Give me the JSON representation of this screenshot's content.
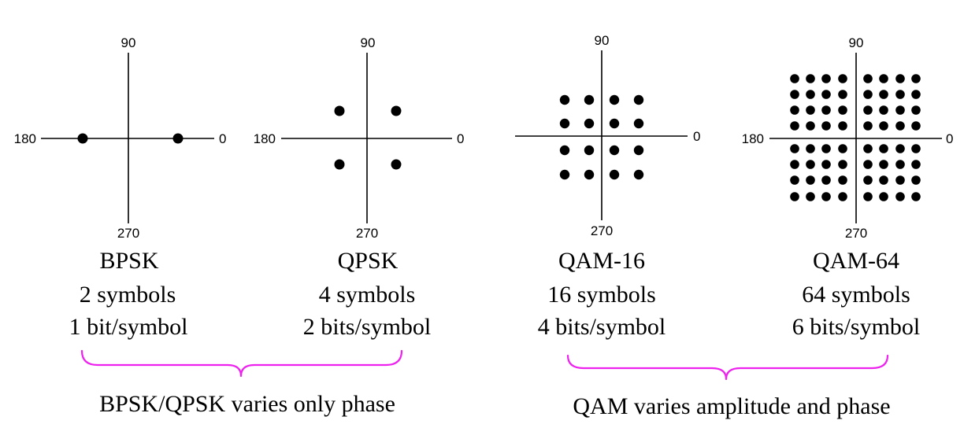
{
  "diagrams": [
    {
      "id": "bpsk",
      "axis_labels": {
        "top": "90",
        "left": "180",
        "right": "0",
        "bottom": "270"
      },
      "name": "BPSK",
      "symbols": "2 symbols",
      "bits": "1 bit/symbol"
    },
    {
      "id": "qpsk",
      "axis_labels": {
        "top": "90",
        "left": "180",
        "right": "0",
        "bottom": "270"
      },
      "name": "QPSK",
      "symbols": "4 symbols",
      "bits": "2 bits/symbol"
    },
    {
      "id": "qam16",
      "axis_labels": {
        "top": "90",
        "left": "",
        "right": "0",
        "bottom": "270"
      },
      "name": "QAM-16",
      "symbols": "16 symbols",
      "bits": "4 bits/symbol"
    },
    {
      "id": "qam64",
      "axis_labels": {
        "top": "90",
        "left": "180",
        "right": "0",
        "bottom": "270"
      },
      "name": "QAM-64",
      "symbols": "64 symbols",
      "bits": "6 bits/symbol"
    }
  ],
  "groups": [
    {
      "id": "phase-group",
      "caption": "BPSK/QPSK varies only phase"
    },
    {
      "id": "qam-group",
      "caption": "QAM varies amplitude and phase"
    }
  ],
  "colors": {
    "brace": "#ee22ee",
    "ink": "#000000"
  }
}
